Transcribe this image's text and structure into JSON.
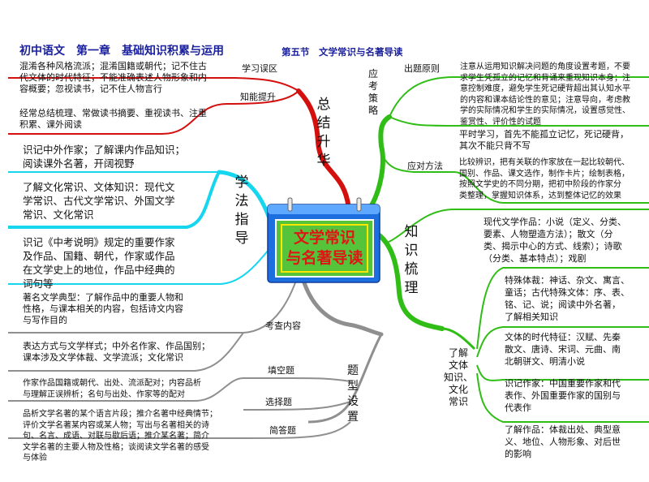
{
  "header": {
    "title": "初中语文　第一章　基础知识积累与运用",
    "section": "第五节　文学常识与名著导读"
  },
  "center": {
    "title": "文学常识\n与名著导读"
  },
  "branches": {
    "summary": {
      "label": "总\n结\n升\n华",
      "mistakes": {
        "label": "学习误区",
        "text": "混淆各种风格流派；混淆国籍或朝代；记不住古\n代文体的时代特征；不能准确表述人物形象和内\n容概要；忽视读书，记不住人物言行"
      },
      "improve": {
        "label": "知能提升",
        "text": "经常总结梳理、常做读书摘要、重视读书、注重\n积累、课外阅读"
      }
    },
    "method": {
      "label": "学\n法\n指\n导",
      "items": [
        "识记中外作家；了解课内作品知识；\n阅读课外名著，开阔视野",
        "了解文化常识、文体知识：现代文\n学常识、古代文学常识、外国文学\n常识、文化常识",
        "识记《中考说明》规定的重要作家\n及作品、国籍、朝代，作家或作品\n在文学史上的地位，作品中经典的\n词句等"
      ]
    },
    "content": {
      "label": "考查内容",
      "items": [
        "著名文学典型：了解作品中的重要人物和\n性格，与课本相关的内容，包括诗文内容\n与写作目的",
        "表达方式与文学样式；中外名作家、作品国别；\n课本涉及文学体裁、文学流派；文化常识"
      ]
    },
    "question_types": {
      "label": "题\n型\n设\n置",
      "fill": {
        "label": "填空题",
        "text": "作家作品国籍或朝代、出处、流派配对；内容品析\n与理解正误辨析；名句与出处、作家等的配对"
      },
      "choice": {
        "label": "选择题"
      },
      "short": {
        "label": "简答题",
        "text": "品析文学名著的某个语言片段；推介名著中经典情节；\n评价文学名著某内容或某人物；写出与名著相关的诗\n句、名言、成语、对联与歇后语；推介某名著；简介\n文学名著的主要人物及性格；谈阅读文学名著的感受\n与体验"
      }
    },
    "strategy": {
      "label": "应\n考\n策\n略",
      "principle": {
        "label": "出题原则",
        "text": "注意从运用知识解决问题的角度设置考题，不要\n求学生凭孤立的记忆和背诵来重现知识本身；注\n意控制难度，避免学生死记硬背超出其认知水平\n的内容和课本结论性的意见；注意导向，考虑教\n学的实际情况和学生的实际情况，设置感觉性、\n鉴赏性、评价性的试题"
      },
      "note": "平时学习，首先不能孤立记忆，死记硬背，\n其次不能只背不写",
      "answer": {
        "label": "应对方法",
        "text": "比较辨识，把有关联的作家放在一起比较朝代、\n国别、作品、课文选作，制作卡片；绘制表格，\n按照文学史的不同分期，把初中阶段的作家分\n类整理，掌握知识体系，达到整体记忆的效果"
      }
    },
    "knowledge": {
      "label": "知\n识\n梳\n理",
      "modern": "现代文学作品：小说（定义、分类、\n要素、人物塑造方法）；散文（分\n类、揭示中心的方式、线索）；诗歌\n（分类、基本特点）；戏剧",
      "culture": {
        "label": "了解\n文体\n知识、\n文化\n常识",
        "items": [
          "特殊体裁：神话、杂文、寓言、\n童话；古代特殊文体：序、表、\n铭、记、说；阅读中外名著，\n了解相关知识",
          "文体的时代特征：汉赋、先秦\n散文、唐诗、宋词、元曲、南\n北朝骈文、明清小说",
          "识记作家：中国重要作家和代\n表作、外国重要作家的国别与\n代表作",
          "了解作品：体裁出处、典型意\n义、地位、人物形象、对后世\n的影响"
        ]
      }
    }
  },
  "colors": {
    "red": "#d4100f",
    "cyan": "#16d6ef",
    "gray": "#8f8f8f",
    "green": "#2fbd16",
    "title_blue": "#1a1f9e",
    "center_green": "#22a82c",
    "center_text": "#e01515"
  }
}
